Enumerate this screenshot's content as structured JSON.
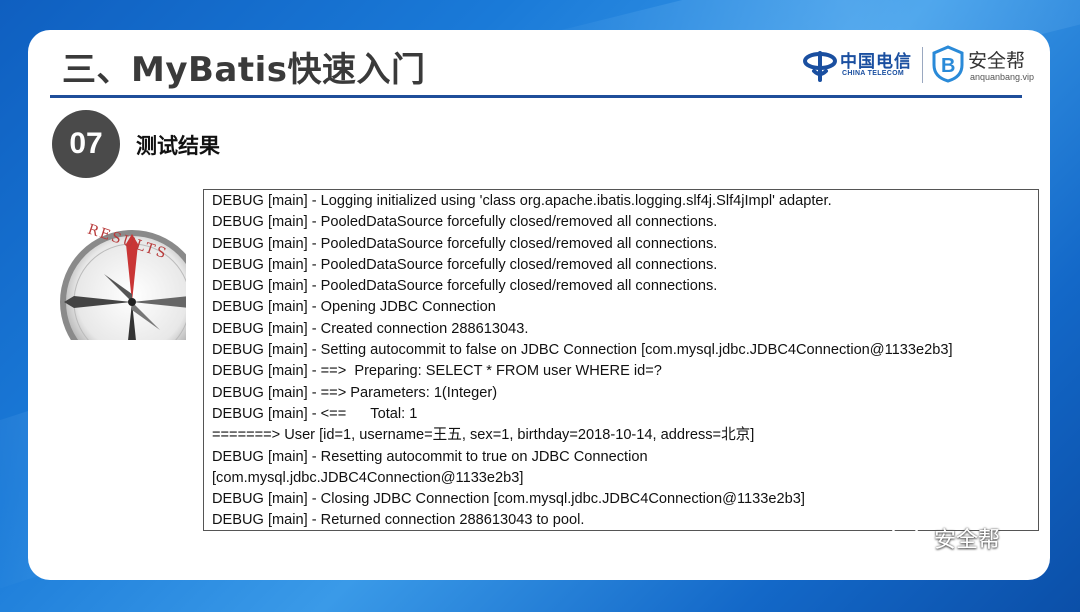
{
  "header": {
    "title": "三、MyBatis快速入门",
    "logo_telecom_cn": "中国电信",
    "logo_telecom_en": "CHINA TELECOM",
    "logo_anquanbang_cn": "安全帮",
    "logo_anquanbang_en": "anquanbang.vip"
  },
  "section": {
    "number": "07",
    "title": "测试结果"
  },
  "image": {
    "compass_label": "RESULTS"
  },
  "log": {
    "lines": [
      "DEBUG [main] - Logging initialized using 'class org.apache.ibatis.logging.slf4j.Slf4jImpl' adapter.",
      "DEBUG [main] - PooledDataSource forcefully closed/removed all connections.",
      "DEBUG [main] - PooledDataSource forcefully closed/removed all connections.",
      "DEBUG [main] - PooledDataSource forcefully closed/removed all connections.",
      "DEBUG [main] - PooledDataSource forcefully closed/removed all connections.",
      "DEBUG [main] - Opening JDBC Connection",
      "DEBUG [main] - Created connection 288613043.",
      "DEBUG [main] - Setting autocommit to false on JDBC Connection [com.mysql.jdbc.JDBC4Connection@1133e2b3]",
      "DEBUG [main] - ==>  Preparing: SELECT * FROM user WHERE id=?",
      "DEBUG [main] - ==> Parameters: 1(Integer)",
      "DEBUG [main] - <==      Total: 1",
      "=======> User [id=1, username=王五, sex=1, birthday=2018-10-14, address=北京]",
      "DEBUG [main] - Resetting autocommit to true on JDBC Connection",
      "[com.mysql.jdbc.JDBC4Connection@1133e2b3]",
      "DEBUG [main] - Closing JDBC Connection [com.mysql.jdbc.JDBC4Connection@1133e2b3]",
      "DEBUG [main] - Returned connection 288613043 to pool."
    ]
  },
  "watermark": {
    "text": "安全帮"
  },
  "colors": {
    "accent": "#1f4e9a",
    "badge": "#4a4a4a",
    "background": "#1a7ad8"
  }
}
